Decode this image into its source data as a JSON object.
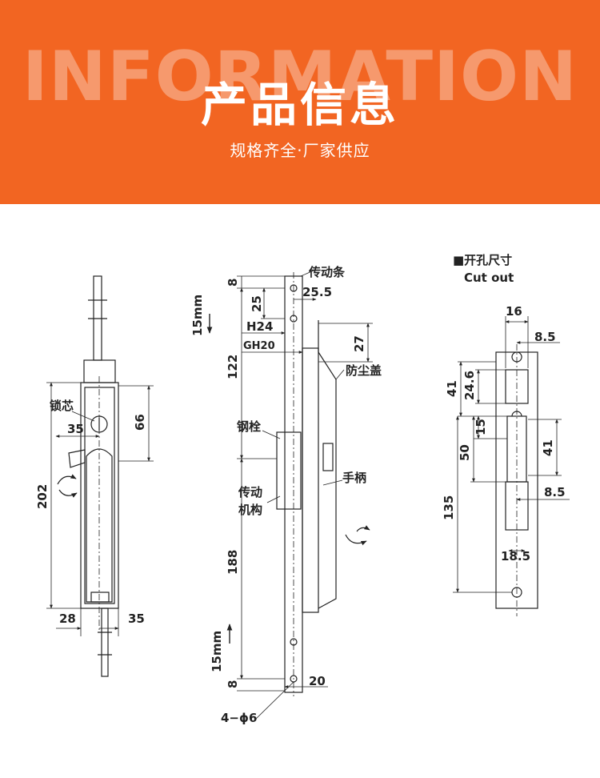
{
  "header": {
    "bg_word": "INFORMATION",
    "title": "产品信息",
    "subtitle": "规格齐全·厂家供应",
    "accent_color": "#f26522"
  },
  "front_view": {
    "label_lock_core": "锁芯",
    "dim_35_top": "35",
    "dim_66": "66",
    "dim_202": "202",
    "dim_28": "28",
    "dim_35_bottom": "35"
  },
  "side_view": {
    "label_drive_bar": "传动条",
    "label_dust_cover": "防尘盖",
    "label_steel_bolt": "钢栓",
    "label_handle": "手柄",
    "label_mechanism_1": "传动",
    "label_mechanism_2": "机构",
    "dim_8_top": "8",
    "dim_25": "25",
    "dim_25_5": "25.5",
    "dim_15mm_top": "15mm",
    "dim_h24": "H24",
    "dim_gh20": "GH20",
    "dim_27": "27",
    "dim_122": "122",
    "dim_188": "188",
    "dim_15mm_bottom": "15mm",
    "dim_8_bottom": "8",
    "dim_20": "20",
    "dim_holes": "4−ϕ6"
  },
  "cutout_view": {
    "title": "■开孔尺寸",
    "title_en": "Cut out",
    "dim_16": "16",
    "dim_8_5_top": "8.5",
    "dim_41_left": "41",
    "dim_24_6": "24.6",
    "dim_15": "15",
    "dim_50": "50",
    "dim_41_right": "41",
    "dim_8_5_mid": "8.5",
    "dim_135": "135",
    "dim_18_5": "18.5"
  }
}
